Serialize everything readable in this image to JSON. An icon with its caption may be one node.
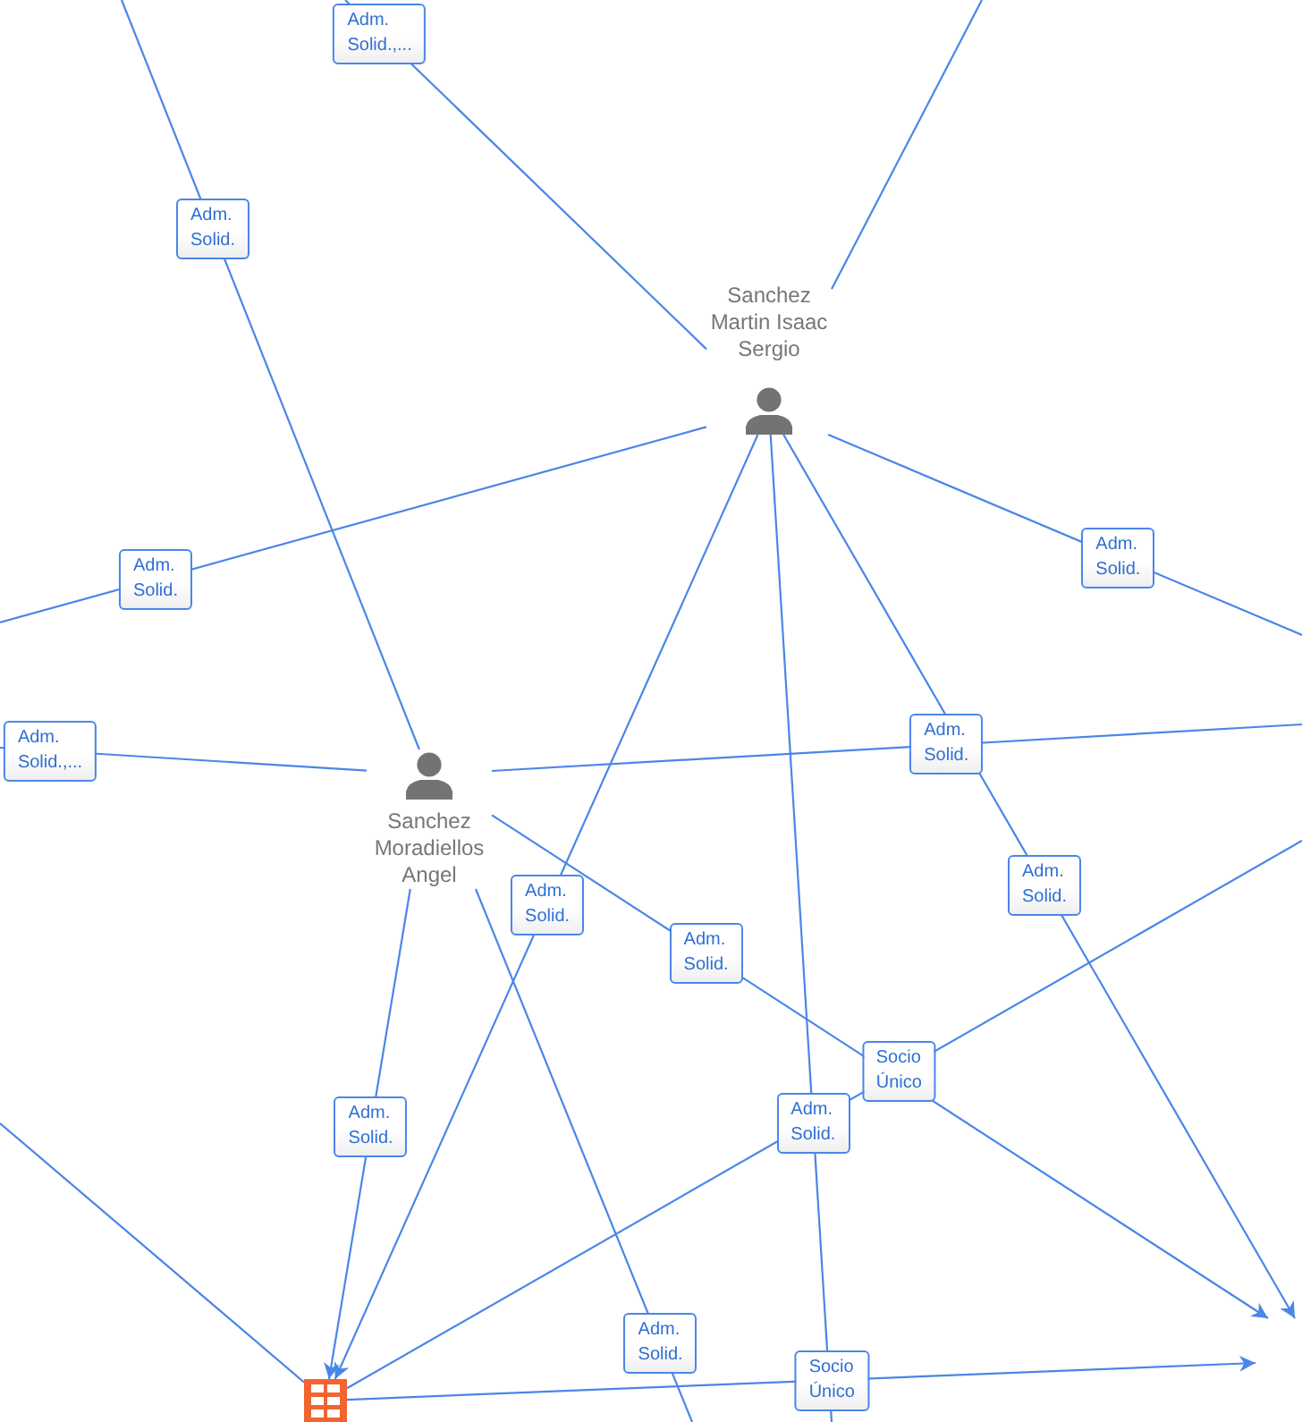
{
  "diagram": {
    "nodes": [
      {
        "text": [
          "Sanchez Martin Isaac Sergio"
        ]
      },
      {
        "text": [
          "Sanchez Moradiellos Angel"
        ]
      },
      {
        "text": [],
        "shape": "picture"
      }
    ],
    "edges": [
      {
        "from": 0,
        "to": null,
        "arrow": "none",
        "label": "Adm. Solid.,..."
      },
      {
        "from": 0,
        "to": null,
        "arrow": "none"
      },
      {
        "from": 0,
        "to": null,
        "arrow": "none",
        "label": "Adm. Solid."
      },
      {
        "from": 0,
        "to": null,
        "arrow": "none",
        "label": "Adm. Solid."
      },
      {
        "from": 0,
        "to": null,
        "arrow": "to",
        "label": "Adm. Solid."
      },
      {
        "from": 0,
        "to": null,
        "arrow": "none",
        "label": "Adm. Solid."
      },
      {
        "from": 0,
        "to": 2,
        "arrow": "to",
        "label": "Adm. Solid."
      },
      {
        "from": 1,
        "to": null,
        "arrow": "none",
        "label": "Adm. Solid."
      },
      {
        "from": 1,
        "to": null,
        "arrow": "none",
        "label": "Adm. Solid.,..."
      },
      {
        "from": 1,
        "to": null,
        "arrow": "none",
        "label": "Adm. Solid."
      },
      {
        "from": 1,
        "to": null,
        "arrow": "to",
        "label": "Adm. Solid."
      },
      {
        "from": 1,
        "to": null,
        "arrow": "none",
        "label": "Adm. Solid."
      },
      {
        "from": 1,
        "to": 2,
        "arrow": "to",
        "label": "Adm. Solid."
      },
      {
        "from": null,
        "to": 2,
        "arrow": "none"
      },
      {
        "from": 2,
        "to": null,
        "arrow": "none",
        "label": "Socio Único"
      },
      {
        "from": 2,
        "to": null,
        "arrow": "to",
        "label": "Socio Único"
      }
    ]
  }
}
